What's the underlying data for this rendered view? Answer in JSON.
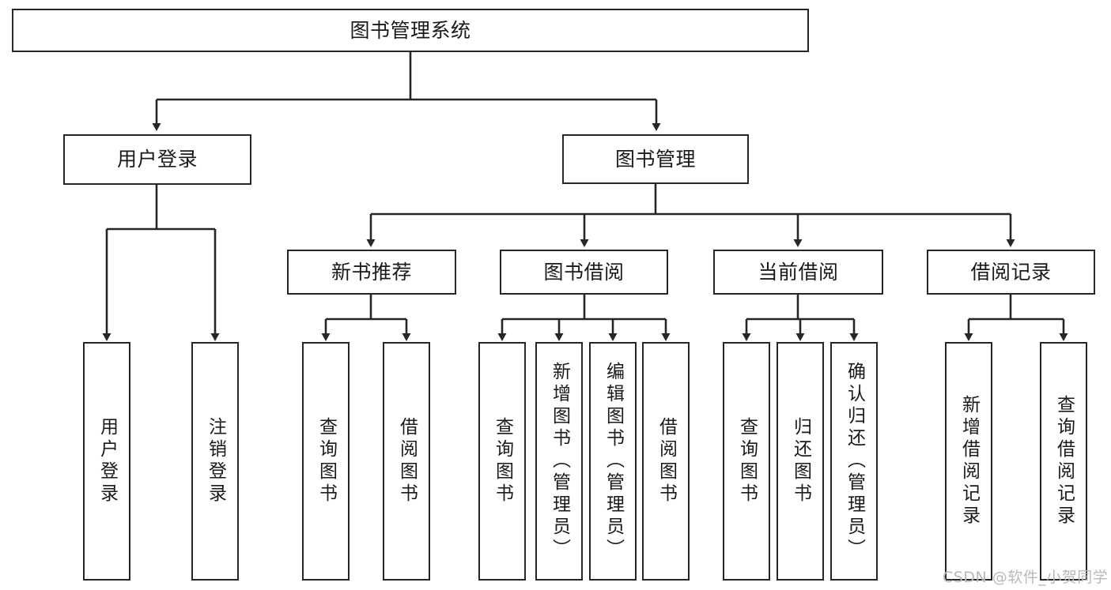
{
  "diagram": {
    "title": "图书管理系统",
    "type": "tree-hierarchy",
    "colors": {
      "box_border": "#262626",
      "box_fill": "#ffffff",
      "connector": "#262626",
      "canvas": "#ffffff",
      "watermark": "#b9b9b9"
    },
    "root": {
      "label": "图书管理系统"
    },
    "level2": [
      {
        "label": "用户登录"
      },
      {
        "label": "图书管理"
      }
    ],
    "level3": [
      {
        "label": "新书推荐"
      },
      {
        "label": "图书借阅"
      },
      {
        "label": "当前借阅"
      },
      {
        "label": "借阅记录"
      }
    ],
    "leaves": {
      "user_login": [
        {
          "label": "用户登录"
        },
        {
          "label": "注销登录"
        }
      ],
      "new_book_recommend": [
        {
          "label": "查询图书"
        },
        {
          "label": "借阅图书"
        }
      ],
      "book_borrow": [
        {
          "label": "查询图书"
        },
        {
          "label": "新增图书（管理员）"
        },
        {
          "label": "编辑图书（管理员）"
        },
        {
          "label": "借阅图书"
        }
      ],
      "current_borrow": [
        {
          "label": "查询图书"
        },
        {
          "label": "归还图书"
        },
        {
          "label": "确认归还（管理员）"
        }
      ],
      "borrow_record": [
        {
          "label": "新增借阅记录"
        },
        {
          "label": "查询借阅记录"
        }
      ]
    }
  },
  "watermark": {
    "text": "CSDN @软件_小贺同学"
  }
}
